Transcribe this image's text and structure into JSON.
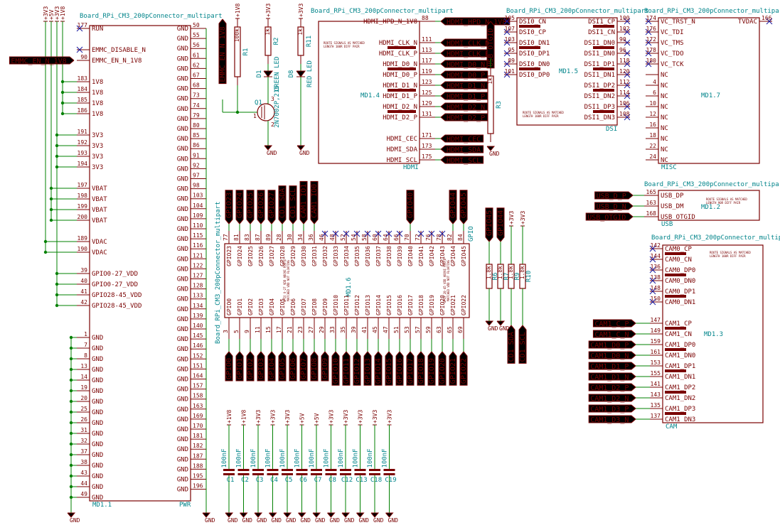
{
  "titles": {
    "pwr": "Board_RPi_CM3_200pConnector_multipart",
    "hdmi": "Board_RPi_CM3_200pConnector_multipart",
    "dsi": "Board_RPi_CM3_200pConnector_multipart",
    "misc": "Board_RPi_CM3_200pConnector_multipart",
    "usb": "Board_RPi_CM3_200pConnector_multipart",
    "cam": "Board_RPi_CM3_200pConnector_multipart",
    "gpio": "Board_RPi_CM3_200pConnector_multipart"
  },
  "refs": {
    "md11": "MD1.1",
    "pwr": "PWR",
    "md14": "MD1.4",
    "hdmi": "HDMI",
    "md15": "MD1.5",
    "dsi": "DSI",
    "md17": "MD1.7",
    "misc": "MISC",
    "md12": "MD1.2",
    "usb": "USB",
    "md13": "MD1.3",
    "cam": "CAM",
    "md16": "MD1.6",
    "gpio": "GPIO"
  },
  "notes": {
    "hdmi": [
      "ROUTE SIGNALS AS MATCHED",
      "LENGTH 100R DIFF PAIR"
    ],
    "dsi": [
      "ROUTE SIGNALS AS MATCHED",
      "LENGTH 100R DIFF PAIR"
    ],
    "usb": [
      "ROUTE SIGNALS AS MATCHED",
      "LENGTH 90R DIFF PAIR"
    ],
    "cam": [
      "ROUTE SIGNALS AS MATCHED",
      "LENGTH 100R DIFF PAIR"
    ],
    "gpio1": [
      "GPIO 0-27 VDD ABOVE ROUTE",
      "MATCHED VDD NOT FLOATING"
    ],
    "gpio2": [
      "GPIO 28-45 VDD ABOVE ROUTE",
      "MATCHED VDD NOT FLOATING"
    ]
  },
  "pwr_left": [
    {
      "num": "177",
      "name": "RUN",
      "nc": true
    },
    {
      "num": "",
      "name": "EMMC_DISABLE_N",
      "nc": true
    },
    {
      "num": "90",
      "name": "EMMC_EN_N_1V8"
    },
    {
      "num": "183",
      "name": "1V8"
    },
    {
      "num": "184",
      "name": "1V8"
    },
    {
      "num": "185",
      "name": "1V8"
    },
    {
      "num": "186",
      "name": "1V8"
    },
    {
      "num": "191",
      "name": "3V3"
    },
    {
      "num": "192",
      "name": "3V3"
    },
    {
      "num": "193",
      "name": "3V3"
    },
    {
      "num": "194",
      "name": "3V3"
    },
    {
      "num": "197",
      "name": "VBAT"
    },
    {
      "num": "198",
      "name": "VBAT"
    },
    {
      "num": "199",
      "name": "VBAT"
    },
    {
      "num": "200",
      "name": "VBAT"
    },
    {
      "num": "189",
      "name": "VDAC"
    },
    {
      "num": "190",
      "name": "VDAC"
    },
    {
      "num": "39",
      "name": "GPIO0-27_VDD"
    },
    {
      "num": "40",
      "name": "GPIO0-27_VDD"
    },
    {
      "num": "41",
      "name": "GPIO28-45_VDD"
    },
    {
      "num": "42",
      "name": "GPIO28-45_VDD"
    },
    {
      "num": "1",
      "name": "GND"
    },
    {
      "num": "7",
      "name": "GND"
    },
    {
      "num": "8",
      "name": "GND"
    },
    {
      "num": "13",
      "name": "GND"
    },
    {
      "num": "14",
      "name": "GND"
    },
    {
      "num": "19",
      "name": "GND"
    },
    {
      "num": "20",
      "name": "GND"
    },
    {
      "num": "25",
      "name": "GND"
    },
    {
      "num": "26",
      "name": "GND"
    },
    {
      "num": "31",
      "name": "GND"
    },
    {
      "num": "32",
      "name": "GND"
    },
    {
      "num": "37",
      "name": "GND"
    },
    {
      "num": "38",
      "name": "GND"
    },
    {
      "num": "43",
      "name": "GND"
    },
    {
      "num": "44",
      "name": "GND"
    },
    {
      "num": "49",
      "name": "GND"
    }
  ],
  "pwr_right": [
    {
      "num": "50",
      "name": "GND"
    },
    {
      "num": "55",
      "name": "GND"
    },
    {
      "num": "56",
      "name": "GND"
    },
    {
      "num": "61",
      "name": "GND"
    },
    {
      "num": "62",
      "name": "GND"
    },
    {
      "num": "67",
      "name": "GND"
    },
    {
      "num": "68",
      "name": "GND"
    },
    {
      "num": "73",
      "name": "GND"
    },
    {
      "num": "74",
      "name": "GND"
    },
    {
      "num": "79",
      "name": "GND"
    },
    {
      "num": "80",
      "name": "GND"
    },
    {
      "num": "85",
      "name": "GND"
    },
    {
      "num": "86",
      "name": "GND"
    },
    {
      "num": "91",
      "name": "GND"
    },
    {
      "num": "92",
      "name": "GND"
    },
    {
      "num": "97",
      "name": "GND"
    },
    {
      "num": "98",
      "name": "GND"
    },
    {
      "num": "103",
      "name": "GND"
    },
    {
      "num": "104",
      "name": "GND"
    },
    {
      "num": "109",
      "name": "GND"
    },
    {
      "num": "110",
      "name": "GND"
    },
    {
      "num": "115",
      "name": "GND"
    },
    {
      "num": "116",
      "name": "GND"
    },
    {
      "num": "121",
      "name": "GND"
    },
    {
      "num": "122",
      "name": "GND"
    },
    {
      "num": "127",
      "name": "GND"
    },
    {
      "num": "128",
      "name": "GND"
    },
    {
      "num": "133",
      "name": "GND"
    },
    {
      "num": "134",
      "name": "GND"
    },
    {
      "num": "139",
      "name": "GND"
    },
    {
      "num": "140",
      "name": "GND"
    },
    {
      "num": "145",
      "name": "GND"
    },
    {
      "num": "146",
      "name": "GND"
    },
    {
      "num": "152",
      "name": "GND"
    },
    {
      "num": "151",
      "name": "GND"
    },
    {
      "num": "164",
      "name": "GND"
    },
    {
      "num": "157",
      "name": "GND"
    },
    {
      "num": "158",
      "name": "GND"
    },
    {
      "num": "163",
      "name": "GND"
    },
    {
      "num": "169",
      "name": "GND"
    },
    {
      "num": "170",
      "name": "GND"
    },
    {
      "num": "181",
      "name": "GND"
    },
    {
      "num": "182",
      "name": "GND"
    },
    {
      "num": "187",
      "name": "GND"
    },
    {
      "num": "188",
      "name": "GND"
    },
    {
      "num": "195",
      "name": "GND"
    },
    {
      "num": "196",
      "name": "GND"
    }
  ],
  "pwr_rails_top": [
    "+3V3",
    "+5V",
    "+3V3",
    "+1V8"
  ],
  "emmc_label": "EMMC_EN_N_1V8",
  "hdmi_pins": [
    {
      "num": "88",
      "name": "HDMI_HPD_N_1V8",
      "net": "HDMI_HPD_N_1V8"
    },
    {
      "num": "111",
      "name": "HDMI_CLK_N",
      "net": "HDMI_CLK_N"
    },
    {
      "num": "113",
      "name": "HDMI_CLK_P",
      "net": "HDMI_CLK_P"
    },
    {
      "num": "117",
      "name": "HDMI_D0_N",
      "net": "HDMI_D0_N"
    },
    {
      "num": "119",
      "name": "HDMI_D0_P",
      "net": "HDMI_D0_P"
    },
    {
      "num": "123",
      "name": "HDMI_D1_N",
      "net": "HDMI_D1_N"
    },
    {
      "num": "125",
      "name": "HDMI_D1_P",
      "net": "HDMI_D1_P"
    },
    {
      "num": "129",
      "name": "HDMI_D2_N",
      "net": "HDMI_D2_N"
    },
    {
      "num": "131",
      "name": "HDMI_D2_P",
      "net": "HDMI_D2_P"
    },
    {
      "num": "171",
      "name": "HDMI_CEC",
      "net": "HDMI_CEC"
    },
    {
      "num": "173",
      "name": "HDMI_SDA",
      "net": "HDMI_SDA"
    },
    {
      "num": "175",
      "name": "HDMI_SCL",
      "net": "HDMI_SCL"
    }
  ],
  "usb_otg_label": "USB_OTGID",
  "dsi_left": [
    {
      "num": "105",
      "name": "DSI0_CN"
    },
    {
      "num": "107",
      "name": "DSI0_CP"
    },
    {
      "num": "103",
      "name": "DSI0_DN1"
    },
    {
      "num": "95",
      "name": "DSI0_DP1"
    },
    {
      "num": "89",
      "name": "DSI0_DN0"
    },
    {
      "num": "101",
      "name": "DSI0_DP0"
    }
  ],
  "dsi_right": [
    {
      "num": "100",
      "name": "DSI1_CP"
    },
    {
      "num": "102",
      "name": "DSI1_CN"
    },
    {
      "num": "90",
      "name": "DSI1_DN0"
    },
    {
      "num": "96",
      "name": "DSI1_DN0"
    },
    {
      "num": "118",
      "name": "DSI1_DP1"
    },
    {
      "num": "120",
      "name": "DSI1_DN1"
    },
    {
      "num": "112",
      "name": "DSI1_DP2"
    },
    {
      "num": "114",
      "name": "DSI1_DN2"
    },
    {
      "num": "106",
      "name": "DSI1_DP3"
    },
    {
      "num": "108",
      "name": "DSI1_DN3"
    }
  ],
  "misc_left": [
    {
      "num": "174",
      "name": "VC_TRST_N"
    },
    {
      "num": "176",
      "name": "VC_TDI"
    },
    {
      "num": "172",
      "name": "VC_TMS"
    },
    {
      "num": "178",
      "name": "VC_TDO"
    },
    {
      "num": "180",
      "name": "VC_TCK"
    },
    {
      "num": "",
      "name": "NC"
    },
    {
      "num": "4",
      "name": "NC"
    },
    {
      "num": "6",
      "name": "NC"
    },
    {
      "num": "10",
      "name": "NC"
    },
    {
      "num": "12",
      "name": "NC"
    },
    {
      "num": "16",
      "name": "NC"
    },
    {
      "num": "18",
      "name": "NC"
    },
    {
      "num": "22",
      "name": "NC"
    },
    {
      "num": "24",
      "name": "NC"
    }
  ],
  "misc_right": {
    "num": "166",
    "name": "TVDAC"
  },
  "usb_pins": [
    {
      "num": "165",
      "name": "USB_DP",
      "net": "USB_D_P"
    },
    {
      "num": "163",
      "name": "USB_DM",
      "net": "USB_D_N"
    },
    {
      "num": "168",
      "name": "USB_OTGID",
      "net": "USB_OTGID"
    }
  ],
  "cam_pins": [
    {
      "num": "142",
      "name": "CAM0_CP",
      "net": "",
      "nc": true
    },
    {
      "num": "144",
      "name": "CAM0_CN",
      "net": "",
      "nc": true
    },
    {
      "num": "136",
      "name": "CAM0_DP0",
      "net": "",
      "nc": true
    },
    {
      "num": "138",
      "name": "CAM0_DN0",
      "net": "",
      "nc": true
    },
    {
      "num": "148",
      "name": "CAM0_DP1",
      "net": "",
      "nc": true
    },
    {
      "num": "150",
      "name": "CAM0_DN1",
      "net": "",
      "nc": true
    },
    {
      "num": "147",
      "name": "CAM1_CP",
      "net": "CAM1_C_P"
    },
    {
      "num": "149",
      "name": "CAM1_CN",
      "net": "CAM1_C_N"
    },
    {
      "num": "159",
      "name": "CAM1_DP0",
      "net": "CAM1_D0_P"
    },
    {
      "num": "161",
      "name": "CAM1_DN0",
      "net": "CAM1_D0_N"
    },
    {
      "num": "153",
      "name": "CAM1_DP1",
      "net": "CAM1_D1_P"
    },
    {
      "num": "155",
      "name": "CAM1_DN1",
      "net": "CAM1_D1_N"
    },
    {
      "num": "141",
      "name": "CAM1_DP2",
      "net": "CAM1_D2_P"
    },
    {
      "num": "143",
      "name": "CAM1_DN2",
      "net": "CAM1_D2_N"
    },
    {
      "num": "135",
      "name": "CAM1_DP3",
      "net": "CAM1_D3_P"
    },
    {
      "num": "137",
      "name": "CAM1_DN3",
      "net": "CAM1_D3_N"
    }
  ],
  "gpio_top": [
    {
      "num": "77",
      "name": "GPIO23",
      "net": "GPIO23"
    },
    {
      "num": "81",
      "name": "GPIO24",
      "net": "GPIO24"
    },
    {
      "num": "83",
      "name": "GPIO25",
      "net": "GPIO25"
    },
    {
      "num": "87",
      "name": "GPIO26",
      "net": "GPIO26"
    },
    {
      "num": "89",
      "name": "GPIO27",
      "net": "GPIO27"
    },
    {
      "num": "28",
      "name": "GPIO28",
      "net": "CD1_SDA"
    },
    {
      "num": "30",
      "name": "GPIO29",
      "net": "CD1_SCL"
    },
    {
      "num": "34",
      "name": "GPIO30",
      "net": "CAM1_IO1"
    },
    {
      "num": "36",
      "name": "GPIO31",
      "net": "CAM1_IO0"
    },
    {
      "num": "46",
      "name": "GPIO32",
      "nc": true
    },
    {
      "num": "48",
      "name": "GPIO33",
      "nc": true
    },
    {
      "num": "52",
      "name": "GPIO34",
      "nc": true
    },
    {
      "num": "54",
      "name": "GPIO35",
      "nc": true
    },
    {
      "num": "58",
      "name": "GPIO36",
      "nc": true
    },
    {
      "num": "60",
      "name": "GPIO37",
      "nc": true
    },
    {
      "num": "64",
      "name": "GPIO38",
      "nc": true
    },
    {
      "num": "66",
      "name": "GPIO39",
      "nc": true
    },
    {
      "num": "70",
      "name": "GPIO40",
      "net": "GPIO40"
    },
    {
      "num": "72",
      "name": "GPIO41",
      "nc": true
    },
    {
      "num": "76",
      "name": "GPIO42",
      "nc": true
    },
    {
      "num": "78",
      "name": "GPIO43",
      "nc": true
    },
    {
      "num": "82",
      "name": "GPIO44",
      "net": "GPIO44"
    },
    {
      "num": "84",
      "name": "GPIO45",
      "net": "GPIO45"
    }
  ],
  "gpio_bottom": [
    {
      "num": "3",
      "name": "GPIO0"
    },
    {
      "num": "5",
      "name": "GPIO1"
    },
    {
      "num": "9",
      "name": "GPIO2"
    },
    {
      "num": "11",
      "name": "GPIO3"
    },
    {
      "num": "15",
      "name": "GPIO4"
    },
    {
      "num": "17",
      "name": "GPIO5"
    },
    {
      "num": "21",
      "name": "GPIO6"
    },
    {
      "num": "23",
      "name": "GPIO7"
    },
    {
      "num": "27",
      "name": "GPIO8"
    },
    {
      "num": "29",
      "name": "GPIO9"
    },
    {
      "num": "33",
      "name": "GPIO10"
    },
    {
      "num": "35",
      "name": "GPIO11"
    },
    {
      "num": "39",
      "name": "GPIO12"
    },
    {
      "num": "41",
      "name": "GPIO13"
    },
    {
      "num": "45",
      "name": "GPIO14"
    },
    {
      "num": "47",
      "name": "GPIO15"
    },
    {
      "num": "51",
      "name": "GPIO16"
    },
    {
      "num": "53",
      "name": "GPIO17"
    },
    {
      "num": "57",
      "name": "GPIO18"
    },
    {
      "num": "59",
      "name": "GPIO19"
    },
    {
      "num": "63",
      "name": "GPIO20"
    },
    {
      "num": "65",
      "name": "GPIO21"
    },
    {
      "num": "69",
      "name": "GPIO22"
    }
  ],
  "led_circuit": {
    "rails": [
      "+1V8",
      "+3V3",
      "+3V3"
    ],
    "net": "EMMC_EN_N_1V8",
    "r1": {
      "ref": "R1",
      "val": "100k"
    },
    "r2": {
      "ref": "R2",
      "val": "1k"
    },
    "r11": {
      "ref": "R11",
      "val": "1k"
    },
    "d1": {
      "ref": "D1",
      "val": "GREEN LED"
    },
    "d8": {
      "ref": "D8",
      "val": "RED LED"
    },
    "q1": {
      "ref": "Q1",
      "val": "2N7002P,215"
    },
    "gnd": [
      "GND",
      "GND"
    ]
  },
  "r3": {
    "ref": "R3",
    "val": "1k"
  },
  "i2c_pullups": {
    "nets_top": [
      "GPIO45",
      "GPIO44"
    ],
    "rails": [
      "+3V3",
      "+3V3"
    ],
    "res": [
      {
        "ref": "R6",
        "val": "1.8k"
      },
      {
        "ref": "R7",
        "val": "1.8k"
      },
      {
        "ref": "R9",
        "val": "1.8k"
      },
      {
        "ref": "R10",
        "val": "1.8k"
      }
    ],
    "nets_bottom": [
      "CD1_SDA",
      "CD1_SCL"
    ],
    "gnd": [
      "GND",
      "GND"
    ]
  },
  "caps": [
    {
      "rail": "+1V8",
      "ref": "C1",
      "val": "100nF"
    },
    {
      "rail": "+1V8",
      "ref": "C2",
      "val": "100nF"
    },
    {
      "rail": "+3V3",
      "ref": "C3",
      "val": "100nF"
    },
    {
      "rail": "+3V3",
      "ref": "C4",
      "val": "100nF"
    },
    {
      "rail": "+3V3",
      "ref": "C5",
      "val": "100nF"
    },
    {
      "rail": "+5V",
      "ref": "C6",
      "val": "100nF"
    },
    {
      "rail": "+5V",
      "ref": "C7",
      "val": "100nF"
    },
    {
      "rail": "+3V3",
      "ref": "C8",
      "val": "100nF"
    },
    {
      "rail": "+3V3",
      "ref": "C12",
      "val": "100nF"
    },
    {
      "rail": "+3V3",
      "ref": "C13",
      "val": "100nF"
    },
    {
      "rail": "+3V3",
      "ref": "C18",
      "val": "100nF"
    },
    {
      "rail": "+3V3",
      "ref": "C19",
      "val": "100nF"
    }
  ],
  "gnd_label": "GND",
  "colors": {
    "component": "#7a0000",
    "wire": "#008000",
    "reference": "#00848a",
    "no_connect": "#1a1aa0"
  }
}
